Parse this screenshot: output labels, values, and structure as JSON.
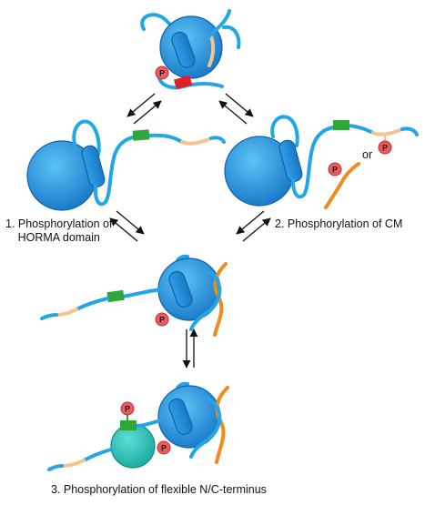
{
  "labels": {
    "step1_line1": "1. Phosphorylation of",
    "step1_line2": "HORMA domain",
    "step2": "2. Phosphorylation of CM",
    "step3": "3. Phosphorylation of flexible N/C-terminus",
    "or": "or",
    "phospho": "P"
  },
  "colors": {
    "domain_blue": "#1d8ad6",
    "chain_blue": "#23a6e6",
    "orange": "#f28a1c",
    "peach": "#f6c38e",
    "green": "#2fa63a",
    "red": "#e21f26",
    "phospho": "#f05a5f",
    "teal": "#2fbfb4"
  }
}
